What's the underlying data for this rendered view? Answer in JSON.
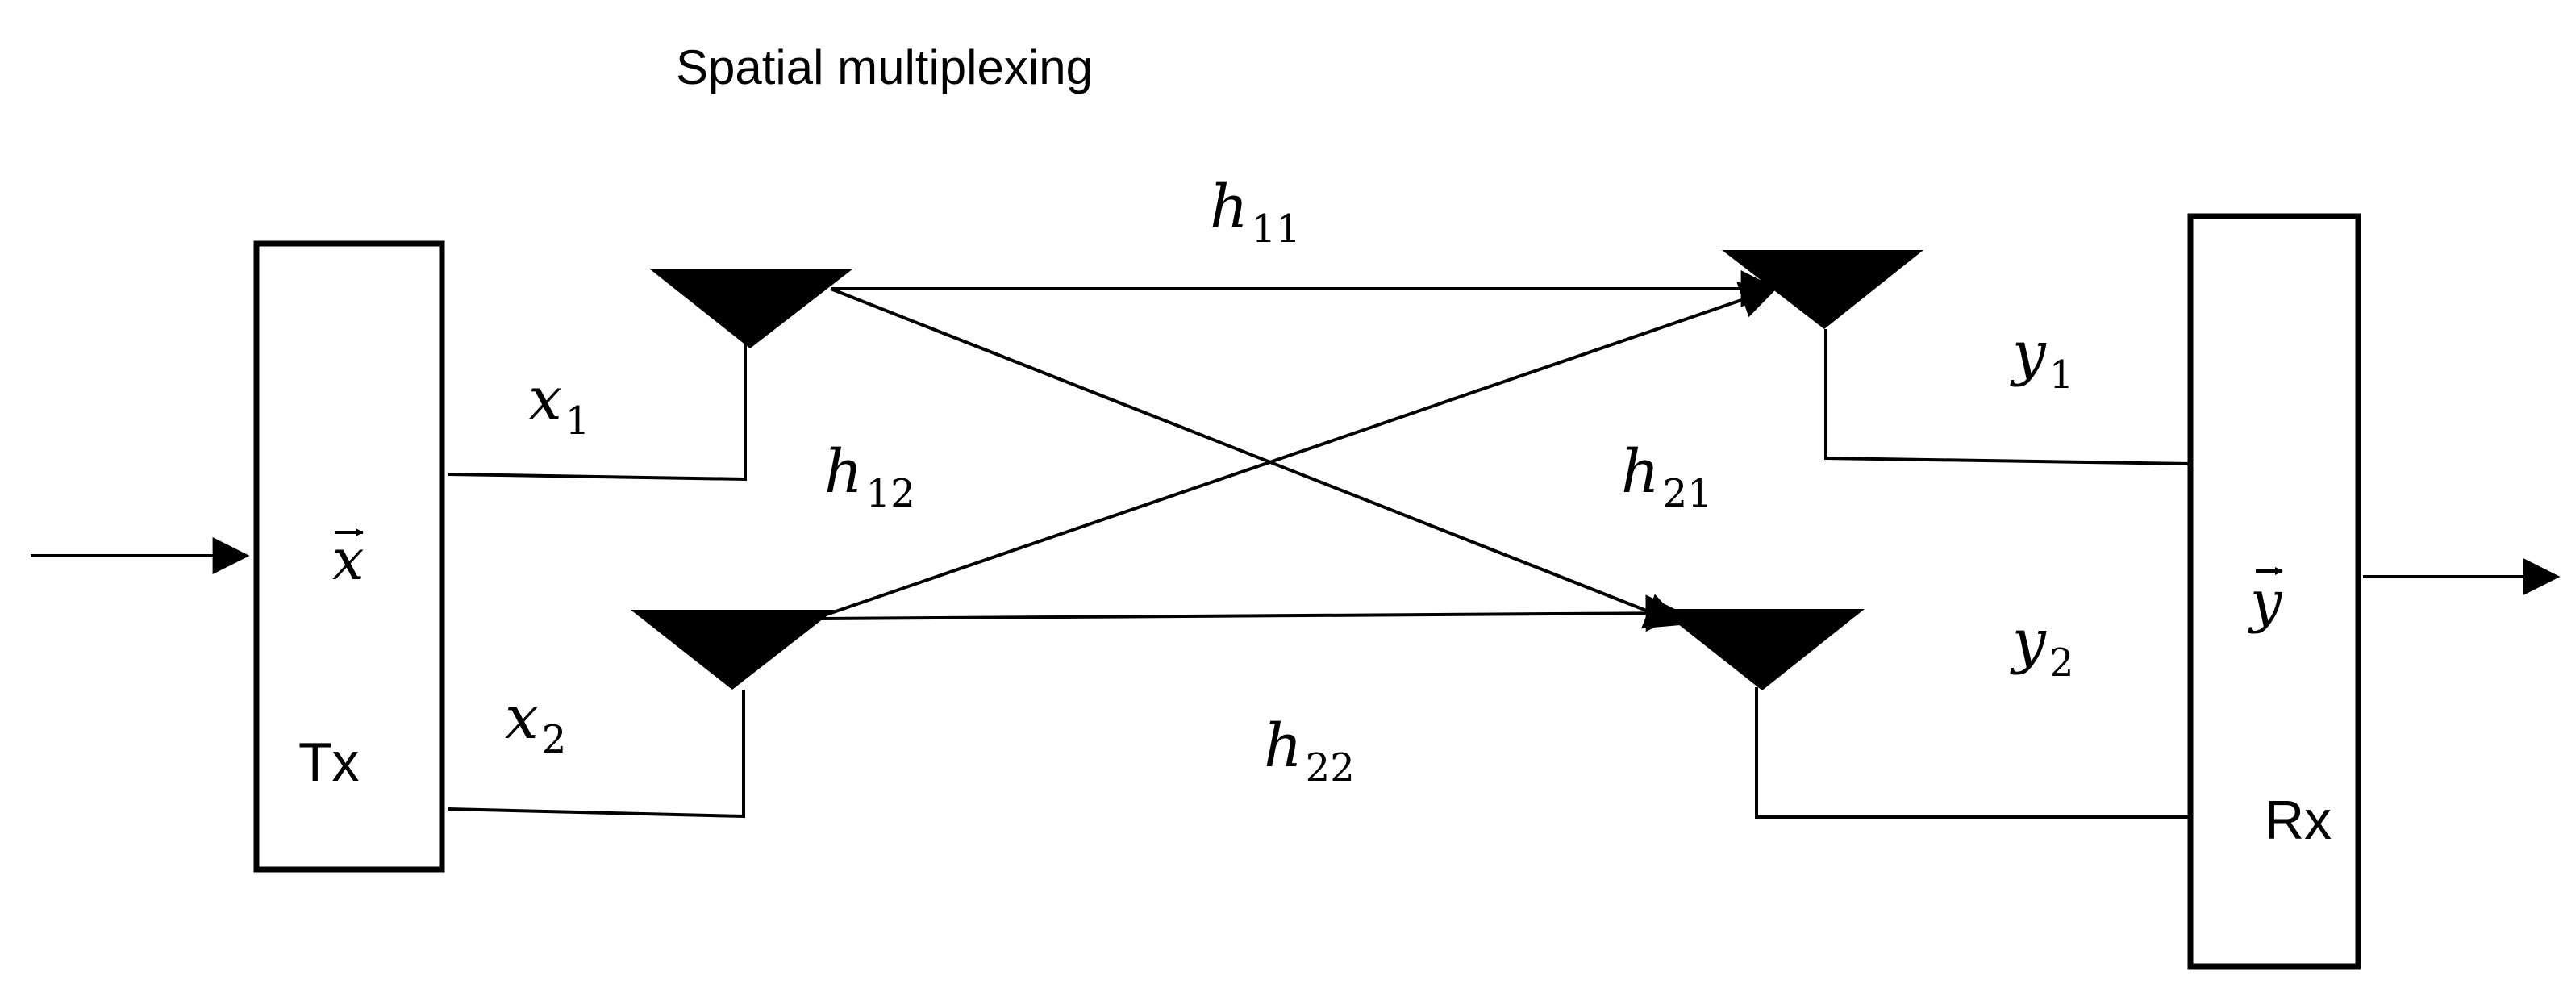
{
  "title": "Spatial multiplexing",
  "tx": {
    "vector": "x",
    "label": "Tx"
  },
  "rx": {
    "vector": "y",
    "label": "Rx"
  },
  "signals": {
    "x1": {
      "base": "x",
      "sub": "1"
    },
    "x2": {
      "base": "x",
      "sub": "2"
    },
    "y1": {
      "base": "y",
      "sub": "1"
    },
    "y2": {
      "base": "y",
      "sub": "2"
    }
  },
  "channels": {
    "h11": {
      "base": "h",
      "sub": "11"
    },
    "h12": {
      "base": "h",
      "sub": "12"
    },
    "h21": {
      "base": "h",
      "sub": "21"
    },
    "h22": {
      "base": "h",
      "sub": "22"
    }
  },
  "colors": {
    "line": "#000000",
    "background": "#ffffff"
  }
}
